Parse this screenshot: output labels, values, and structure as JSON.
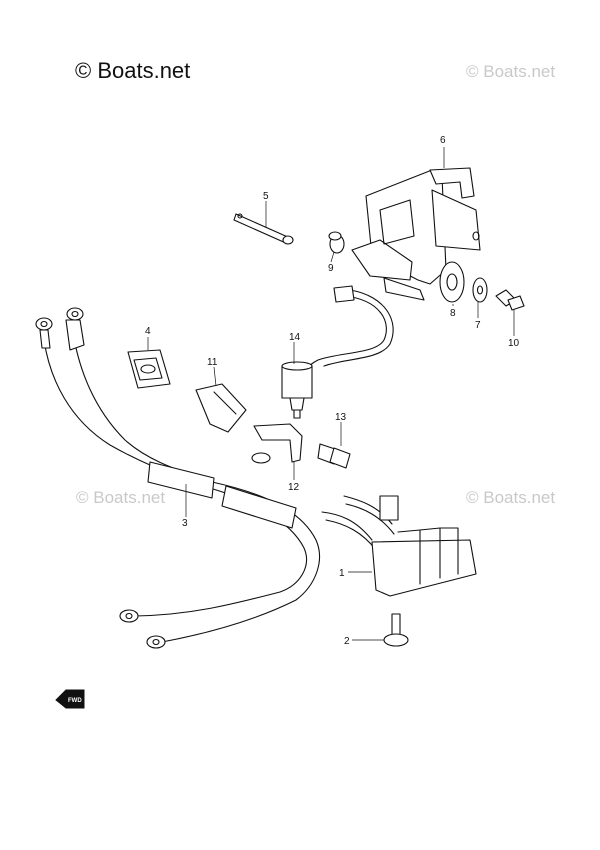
{
  "watermarks": {
    "main": "© Boats.net",
    "top_right": "© Boats.net",
    "middle_left": "© Boats.net",
    "middle_right": "© Boats.net"
  },
  "callouts": [
    "1",
    "2",
    "3",
    "4",
    "5",
    "6",
    "7",
    "8",
    "9",
    "10",
    "11",
    "12",
    "13",
    "14"
  ],
  "fwd_label": "FWD",
  "parts": [
    {
      "ref": "1",
      "icon": "rectifier-regulator-icon"
    },
    {
      "ref": "2",
      "icon": "bolt-icon"
    },
    {
      "ref": "3",
      "icon": "wiring-harness-icon"
    },
    {
      "ref": "4",
      "icon": "grommet-icon"
    },
    {
      "ref": "5",
      "icon": "clamp-icon"
    },
    {
      "ref": "6",
      "icon": "bracket-icon"
    },
    {
      "ref": "7",
      "icon": "washer-icon"
    },
    {
      "ref": "8",
      "icon": "grommet-icon"
    },
    {
      "ref": "9",
      "icon": "collar-icon"
    },
    {
      "ref": "10",
      "icon": "bolt-icon"
    },
    {
      "ref": "11",
      "icon": "clip-icon"
    },
    {
      "ref": "12",
      "icon": "bracket-icon"
    },
    {
      "ref": "13",
      "icon": "bolt-icon"
    },
    {
      "ref": "14",
      "icon": "switch-icon"
    }
  ]
}
